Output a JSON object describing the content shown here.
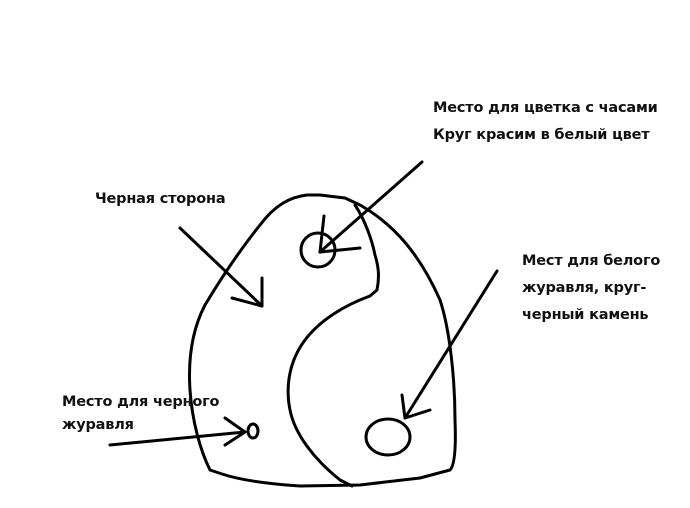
{
  "diagram": {
    "stroke_color": "#000000",
    "background": "#ffffff",
    "labels": {
      "clock_flower": {
        "line1": "Место для цветка с часами",
        "line2": "Круг красим в белый цвет"
      },
      "black_side": {
        "line1": "Черная сторона"
      },
      "white_crane": {
        "line1": "Мест для белого",
        "line2": "журавля, круг-",
        "line3": "черный камень"
      },
      "black_crane": {
        "line1": "Место для черного",
        "line2": "журавля"
      }
    },
    "shapes": [
      {
        "type": "rock-outline",
        "description": "rounded triangular stone outline"
      },
      {
        "type": "s-curve-divider",
        "description": "yin-yang style dividing curve"
      },
      {
        "type": "circle",
        "name": "clock-flower-circle"
      },
      {
        "type": "circle",
        "name": "white-crane-circle"
      },
      {
        "type": "circle",
        "name": "black-crane-circle"
      },
      {
        "type": "arrow",
        "name": "clock-flower-arrow"
      },
      {
        "type": "arrow",
        "name": "black-side-arrow"
      },
      {
        "type": "arrow",
        "name": "white-crane-arrow"
      },
      {
        "type": "arrow",
        "name": "black-crane-arrow"
      }
    ]
  }
}
